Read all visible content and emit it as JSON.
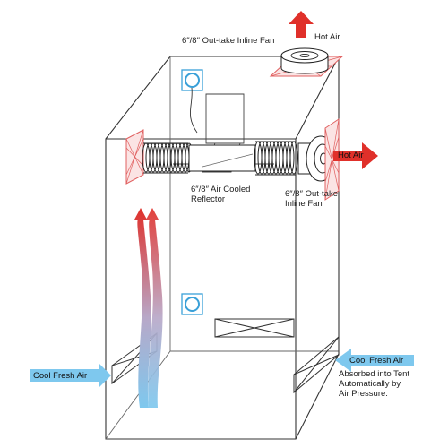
{
  "labels": {
    "top_fan": "6″/8″ Out-take Inline Fan",
    "hot_air_top": "Hot Air",
    "hot_air_right": "Hot Air",
    "reflector_line1": "6″/8″ Air Cooled",
    "reflector_line2": "Reflector",
    "side_fan_line1": "6″/8″ Out-take",
    "side_fan_line2": "Inline Fan",
    "cool_air_left": "Cool Fresh Air",
    "cool_air_right": "Cool Fresh Air",
    "absorbed_line1": "Absorbed into Tent",
    "absorbed_line2": "Automatically by",
    "absorbed_line3": "Air Pressure."
  },
  "colors": {
    "hot": "#e0302a",
    "cool": "#7ec8ee",
    "vent_red": "#e06060",
    "port_blue": "#3aa0d8",
    "line": "#333333"
  }
}
